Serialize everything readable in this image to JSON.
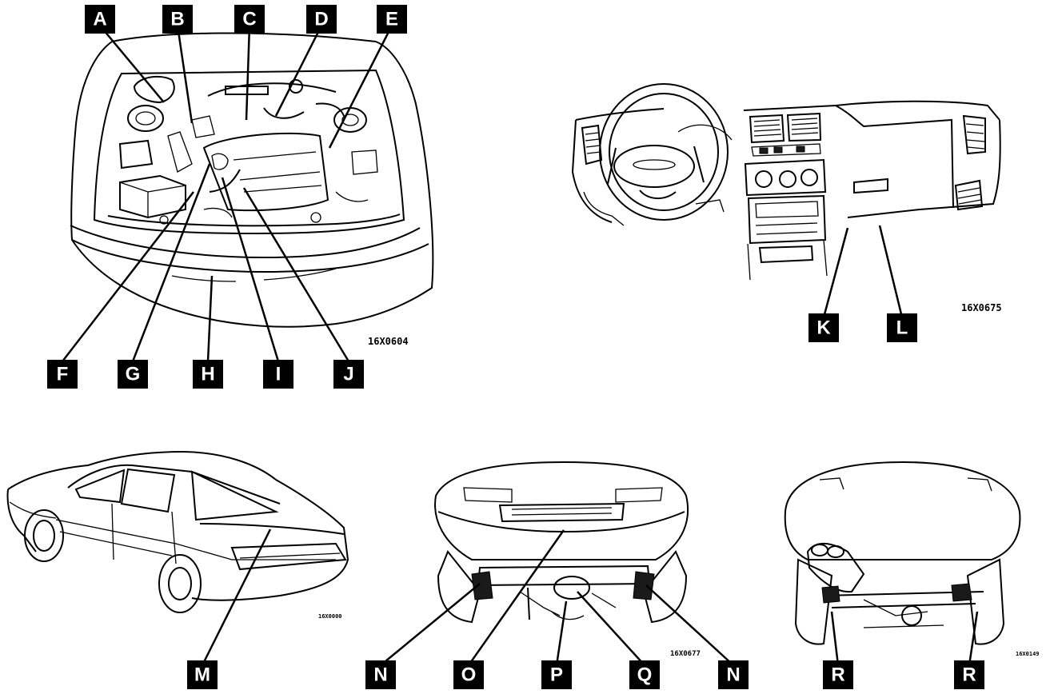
{
  "labels": {
    "A": "A",
    "B": "B",
    "C": "C",
    "D": "D",
    "E": "E",
    "F": "F",
    "G": "G",
    "H": "H",
    "I": "I",
    "J": "J",
    "K": "K",
    "L": "L",
    "M": "M",
    "N": "N",
    "O": "O",
    "P": "P",
    "Q": "Q",
    "R": "R"
  },
  "codes": {
    "engine": "16X0604",
    "dashboard": "16X0675",
    "sedan": "16X0000",
    "front_under": "16X0677",
    "rear_under": "16X0149"
  },
  "colors": {
    "ink": "#000000",
    "paper": "#ffffff"
  }
}
